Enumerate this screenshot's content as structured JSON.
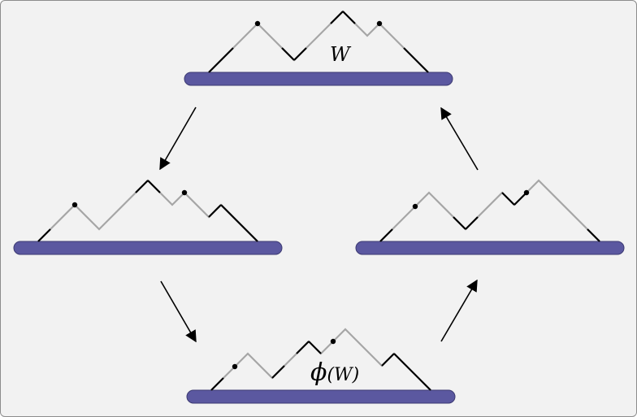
{
  "labels": {
    "top": "W",
    "bottom_phi": "ϕ",
    "bottom_rest": "(W)"
  },
  "colors": {
    "background": "#f2f2f2",
    "bar_fill": "#5b58a0",
    "bar_stroke": "#3c3a72",
    "path_gray": "#a6a6a6",
    "path_black": "#000000",
    "arrow": "#000000"
  }
}
